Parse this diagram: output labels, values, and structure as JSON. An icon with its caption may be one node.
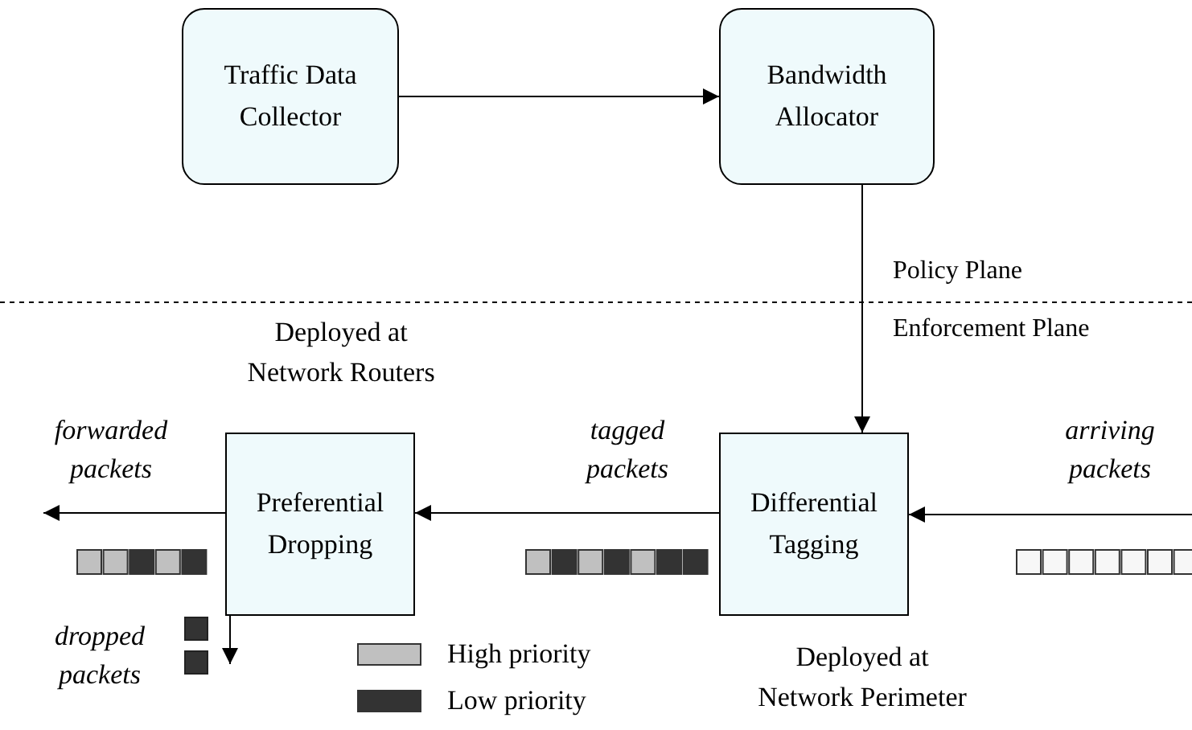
{
  "diagram": {
    "nodes": [
      {
        "text": [
          "Traffic Data Collector"
        ]
      },
      {
        "text": [
          "Bandwidth Allocator"
        ]
      },
      {
        "text": [
          "Preferential Dropping"
        ],
        "beside": [
          "Deployed at Network Routers"
        ]
      },
      {
        "text": [
          "Differential Tagging"
        ],
        "beside": [
          "Deployed at Network Perimeter"
        ]
      }
    ],
    "edges": [
      {
        "from": 0,
        "to": 1,
        "arrow": "to"
      },
      {
        "from": 1,
        "to": 3,
        "arrow": "to"
      },
      {
        "from": 3,
        "to": 2,
        "arrow": "to",
        "label": "tagged packets"
      },
      {
        "from": 2,
        "to": null,
        "arrow": "to",
        "label": "forwarded packets"
      },
      {
        "from": null,
        "to": 3,
        "arrow": "to",
        "label": "arriving packets"
      },
      {
        "from": 2,
        "to": null,
        "arrow": "to",
        "label": "dropped packets"
      }
    ],
    "labels": [
      "Policy Plane",
      "Enforcement Plane"
    ],
    "legend": [
      {
        "text": "High priority",
        "color": "#c0c0c0"
      },
      {
        "text": "Low priority",
        "color": "#333333"
      }
    ]
  }
}
